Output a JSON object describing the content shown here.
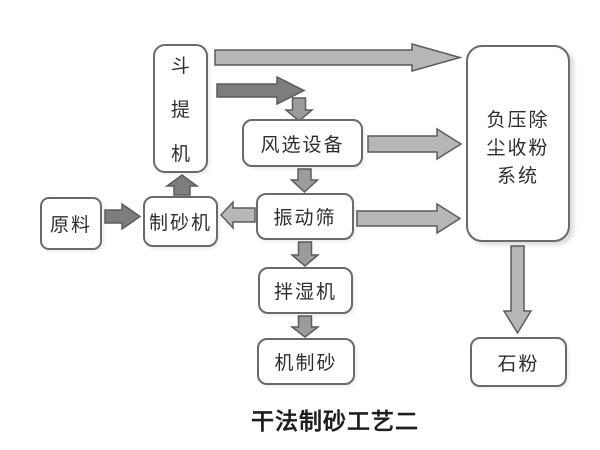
{
  "title": "干法制砂工艺二",
  "colors": {
    "background": "#ffffff",
    "box_border": "#6a6a6a",
    "box_fill": "#ffffff",
    "text": "#2e2e2e",
    "arrow_dark": "#7d7d7d",
    "arrow_medium": "#9c9c9c",
    "arrow_light": "#b7b7b7",
    "arrow_outline": "#5c5c5c"
  },
  "nodes": {
    "bucket_elevator": {
      "label": "斗提机",
      "chars": [
        "斗",
        "提",
        "机"
      ]
    },
    "air_separator": {
      "label": "风选设备"
    },
    "vibrating_screen": {
      "label": "振动筛"
    },
    "raw_material": {
      "label": "原料"
    },
    "sand_maker": {
      "label": "制砂机"
    },
    "wet_mixer": {
      "label": "拌湿机"
    },
    "machine_sand": {
      "label": "机制砂"
    },
    "dust_collector": {
      "label": "负压除尘收粉系统",
      "lines": [
        "负压除",
        "尘收粉",
        "系统"
      ]
    },
    "stone_powder": {
      "label": "石粉"
    }
  },
  "flows": [
    {
      "from": "斗提机",
      "to": "负压除尘收粉系统"
    },
    {
      "from": "斗提机",
      "to": "风选设备"
    },
    {
      "from": "风选设备",
      "to": "振动筛"
    },
    {
      "from": "风选设备",
      "to": "负压除尘收粉系统"
    },
    {
      "from": "振动筛",
      "to": "制砂机"
    },
    {
      "from": "振动筛",
      "to": "负压除尘收粉系统"
    },
    {
      "from": "振动筛",
      "to": "拌湿机"
    },
    {
      "from": "原料",
      "to": "制砂机"
    },
    {
      "from": "制砂机",
      "to": "斗提机"
    },
    {
      "from": "拌湿机",
      "to": "机制砂"
    },
    {
      "from": "负压除尘收粉系统",
      "to": "石粉"
    }
  ]
}
